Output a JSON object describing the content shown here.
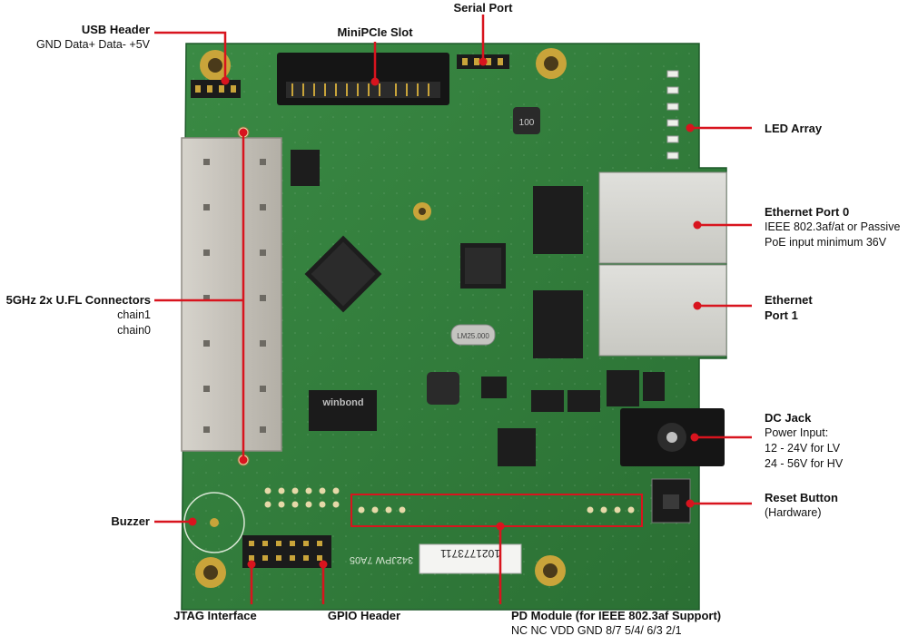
{
  "colors": {
    "pcb": "#2f7d3a",
    "pcb_dark": "#1f5a2a",
    "pointer": "#d8141e",
    "shield": "#c9c5bd",
    "gold": "#c9a43a"
  },
  "board_text": {
    "chip_brand": "winbond",
    "label_sticker": "1021773711",
    "label_code": "342JPW 7A05",
    "inductor": "100",
    "crystal": "LM25.000"
  },
  "callouts": {
    "usb_header": {
      "title": "USB Header",
      "lines": [
        "GND Data+ Data- +5V"
      ]
    },
    "minipcie": {
      "title": "MiniPCIe Slot",
      "lines": []
    },
    "serial_port": {
      "title": "Serial Port",
      "lines": []
    },
    "led_array": {
      "title": "LED Array",
      "lines": []
    },
    "eth0": {
      "title": "Ethernet Port 0",
      "lines": [
        "IEEE 802.3af/at or Passive",
        "PoE input minimum 36V"
      ]
    },
    "eth1": {
      "title": "Ethernet",
      "lines": [
        "Port 1"
      ]
    },
    "ufl": {
      "title": "5GHz 2x U.FL Connectors",
      "lines": [
        "chain1",
        "chain0"
      ]
    },
    "dc_jack": {
      "title": "DC Jack",
      "lines": [
        "Power Input:",
        "12 - 24V for LV",
        "24 - 56V for HV"
      ]
    },
    "reset": {
      "title": "Reset Button",
      "lines": [
        "(Hardware)"
      ]
    },
    "buzzer": {
      "title": "Buzzer",
      "lines": []
    },
    "jtag": {
      "title": "JTAG Interface",
      "lines": []
    },
    "gpio": {
      "title": "GPIO Header",
      "lines": []
    },
    "pd_module": {
      "title": "PD Module (for IEEE 802.3af Support)",
      "lines": [
        "NC NC VDD GND 8/7 5/4/ 6/3 2/1"
      ]
    }
  }
}
